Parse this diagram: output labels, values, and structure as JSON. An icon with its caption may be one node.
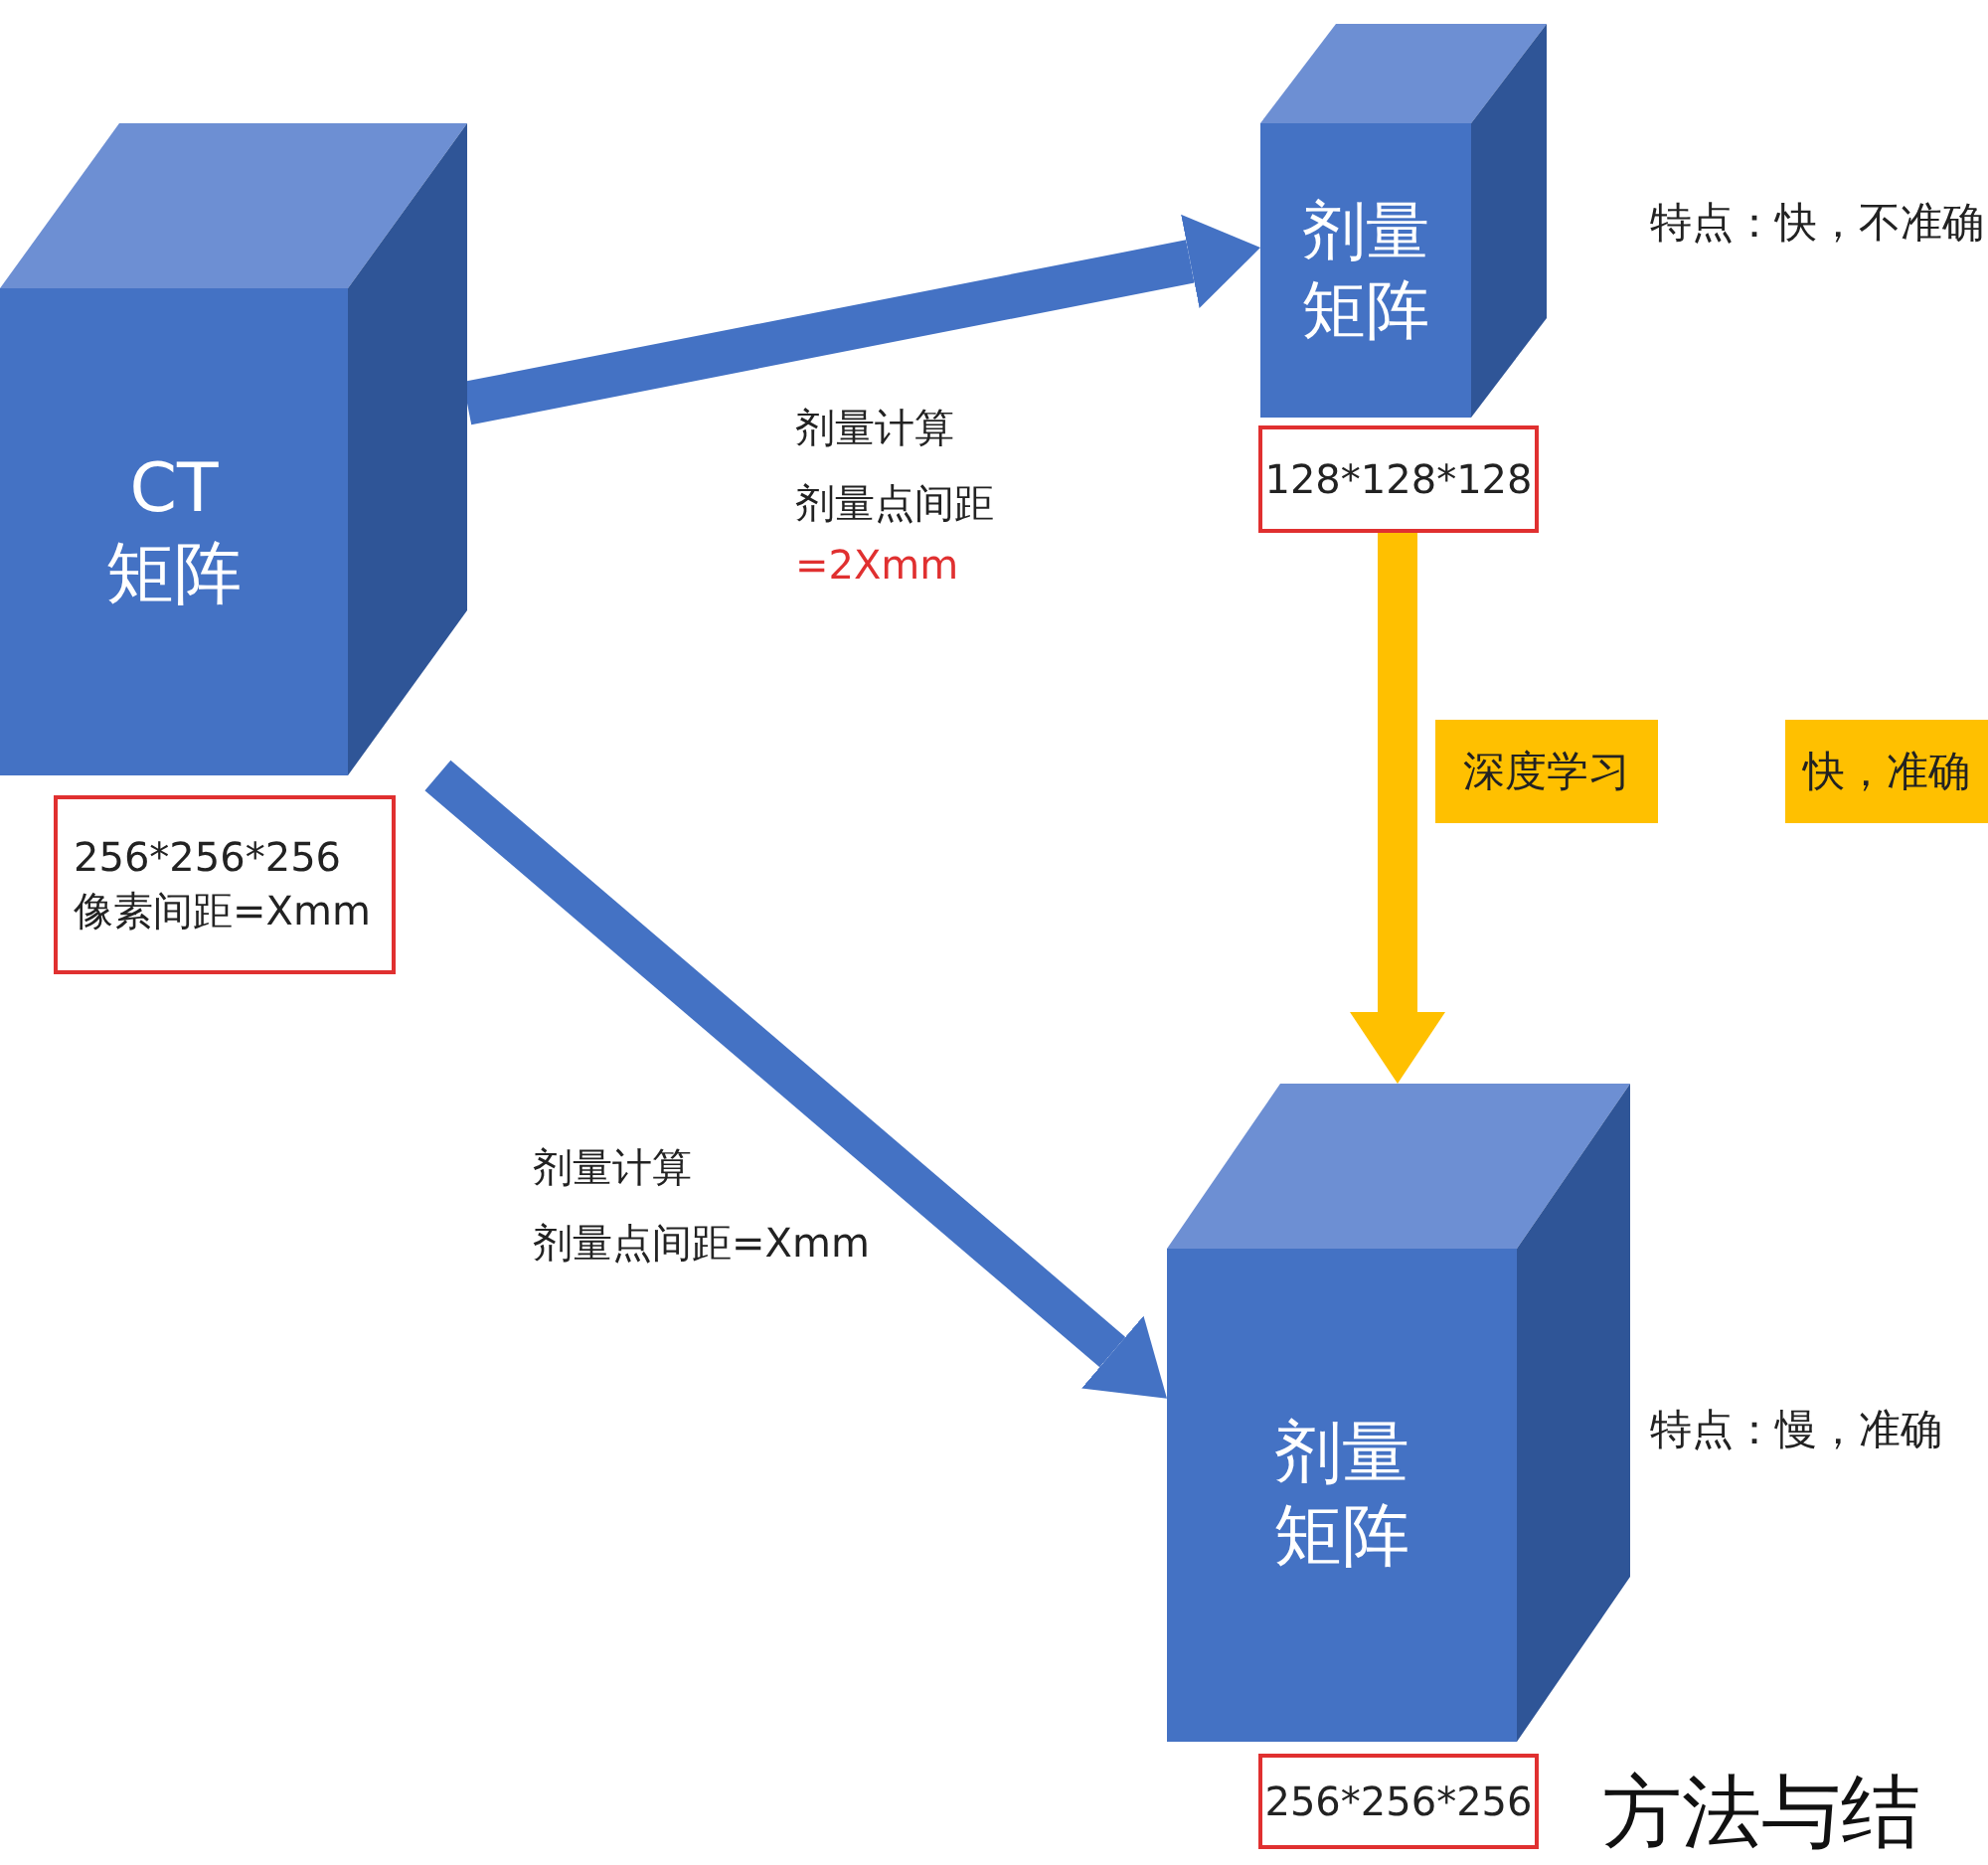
{
  "diagram": {
    "nodes": [
      {
        "text": [
          "CT矩阵"
        ]
      },
      {
        "text": [
          "256*256*256",
          "像素间距=Xmm"
        ]
      },
      {
        "text": [
          "剂量矩阵"
        ],
        "beside": [
          "特点：快，不准确"
        ]
      },
      {
        "text": [
          "128*128*128"
        ]
      },
      {
        "text": [
          "剂量矩阵"
        ],
        "beside": [
          "特点：慢，准确"
        ]
      },
      {
        "text": [
          "256*256*256"
        ]
      },
      {
        "text": [
          "深度学习"
        ]
      },
      {
        "text": [
          "快，准确"
        ]
      }
    ],
    "edges": [
      {
        "from": 0,
        "to": 2,
        "arrow": "to",
        "label": "剂量计算剂量点间距"
      },
      {
        "from": 0,
        "to": 4,
        "arrow": "to",
        "label": "剂量计算剂量点间距=Xmm"
      },
      {
        "from": 3,
        "to": 4,
        "arrow": "to",
        "color": "#ffc000"
      }
    ],
    "labels": [
      "=2Xmm",
      "方法与结"
    ]
  }
}
